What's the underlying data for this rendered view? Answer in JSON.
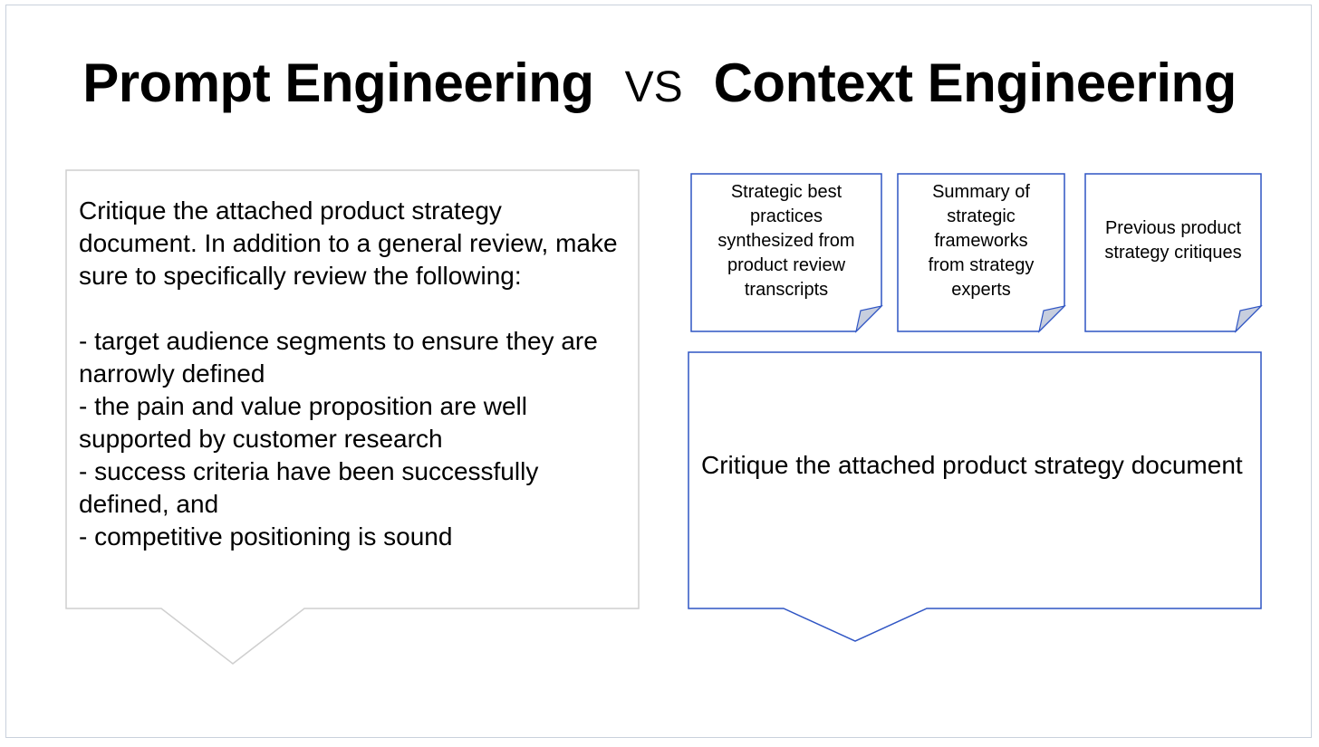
{
  "title": {
    "left": "Prompt Engineering",
    "vs": "VS",
    "right": "Context Engineering"
  },
  "prompt_box": {
    "intro": "Critique the attached product strategy document. In addition to a general review, make sure to specifically review the following:",
    "items": [
      "- target audience segments to ensure they are narrowly defined",
      "- the pain and value proposition are well supported by customer research",
      "- success criteria have been successfully defined, and",
      "- competitive positioning is sound"
    ]
  },
  "context_docs": [
    "Strategic best practices synthesized from product review transcripts",
    "Summary of strategic frameworks from strategy experts",
    "Previous product strategy critiques"
  ],
  "context_prompt": "Critique the attached product strategy document",
  "colors": {
    "gray_border": "#cfcfcf",
    "blue_border": "#2f55c4",
    "fold_fill": "#c7cede"
  }
}
